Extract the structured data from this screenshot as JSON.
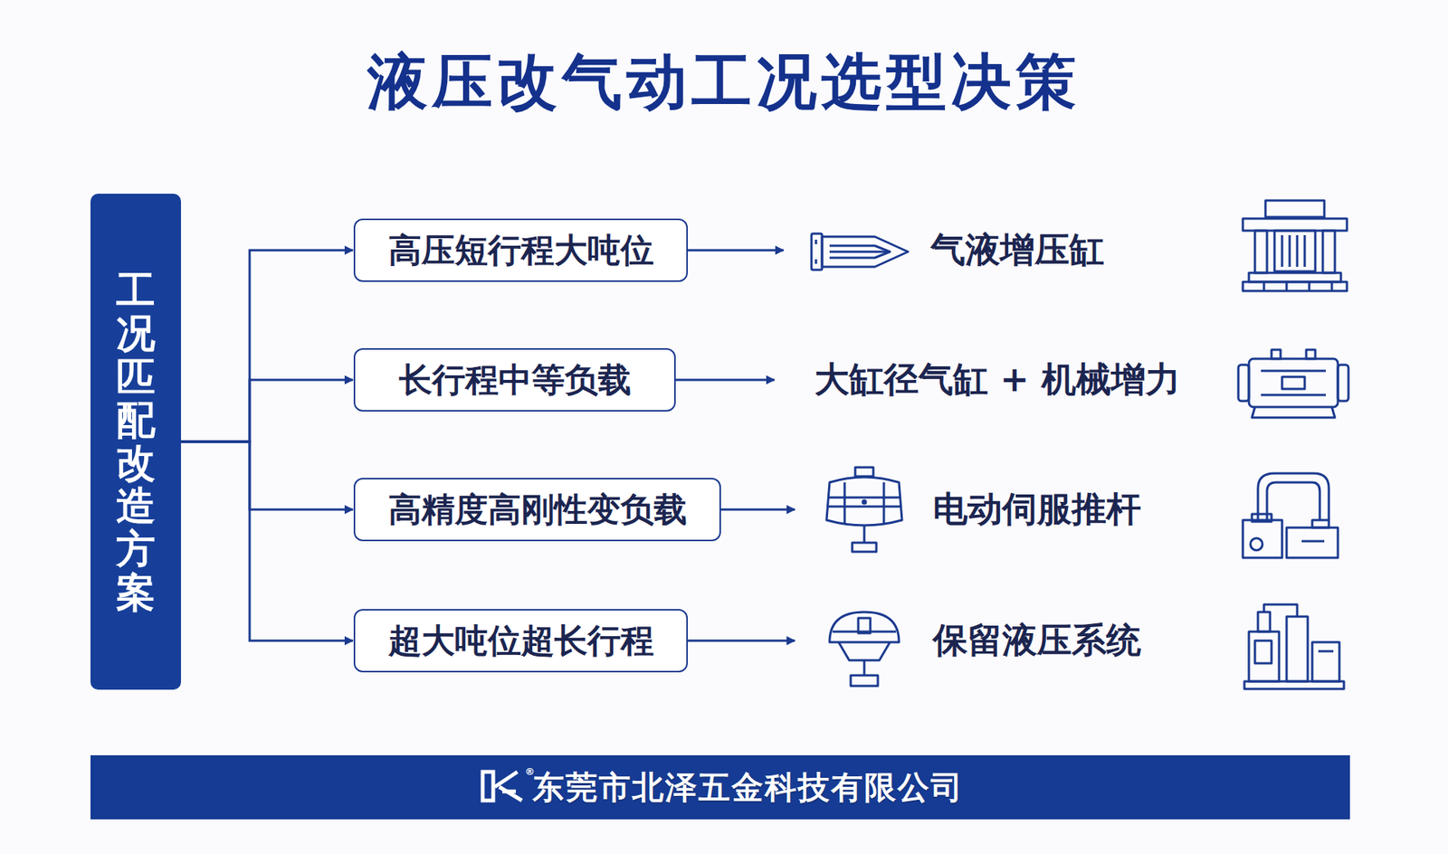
{
  "diagram": {
    "title": "液压改气动工况选型决策",
    "nodes": [
      {
        "text": [
          "工况匹配改造方案"
        ]
      },
      {
        "text": [
          "高压短行程大吨位"
        ]
      },
      {
        "text": [
          "气液增压缸"
        ]
      },
      {
        "text": [
          "长行程中等负载"
        ]
      },
      {
        "text": [
          "大缸径气缸 + 机械增力"
        ]
      },
      {
        "text": [
          "高精度高刚性变负载"
        ]
      },
      {
        "text": [
          "电动伺服推杆"
        ]
      },
      {
        "text": [
          "超大吨位超长行程"
        ]
      },
      {
        "text": [
          "保留液压系统"
        ]
      },
      {
        "text": [
          "东莞市北泽五金科技有限公司"
        ]
      }
    ],
    "edges": [
      {
        "from": 0,
        "to": 1,
        "arrow": "to"
      },
      {
        "from": 0,
        "to": 3,
        "arrow": "to"
      },
      {
        "from": 0,
        "to": 5,
        "arrow": "to"
      },
      {
        "from": 0,
        "to": 7,
        "arrow": "to"
      },
      {
        "from": 1,
        "to": 2,
        "arrow": "to"
      },
      {
        "from": 3,
        "to": 4,
        "arrow": "to"
      },
      {
        "from": 5,
        "to": 6,
        "arrow": "to"
      },
      {
        "from": 7,
        "to": 8,
        "arrow": "to"
      }
    ],
    "labels": [
      "®"
    ]
  }
}
